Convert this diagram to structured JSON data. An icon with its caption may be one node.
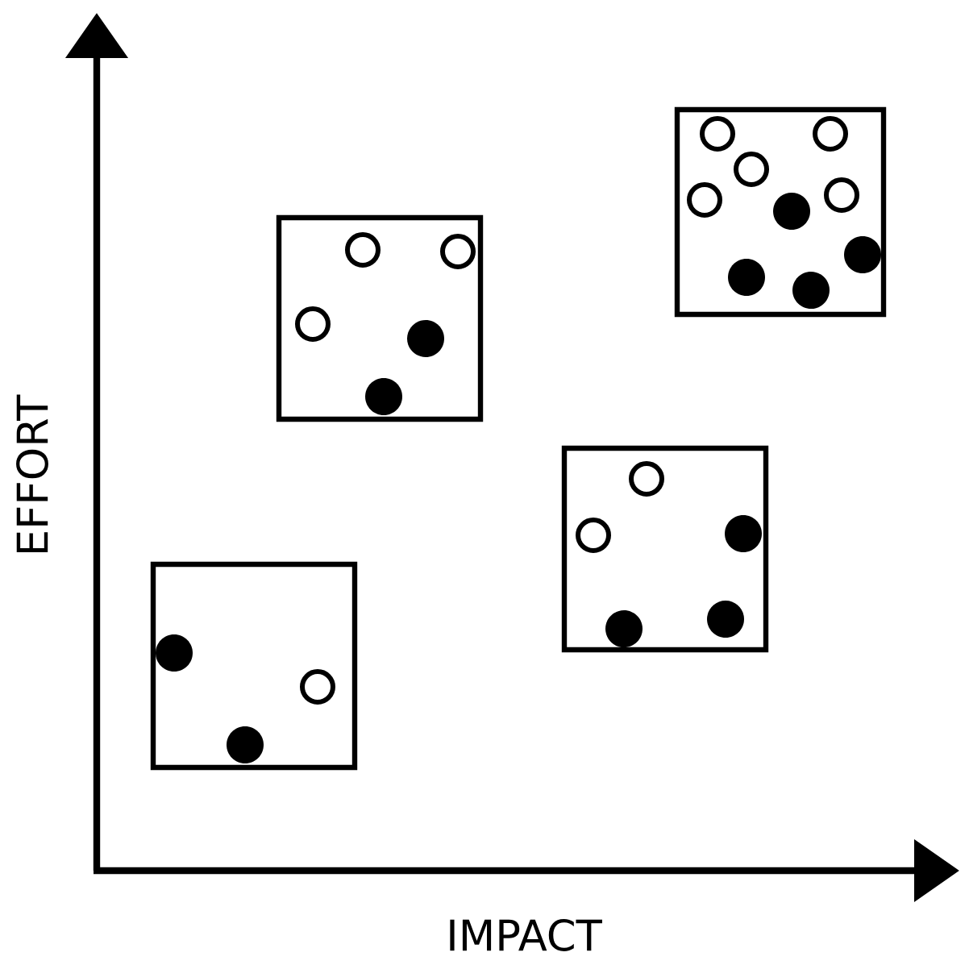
{
  "diagram": {
    "nodes": [
      {
        "text": [],
        "shape": "box"
      },
      {
        "text": [],
        "shape": "box"
      },
      {
        "text": [],
        "shape": "box"
      },
      {
        "text": [],
        "shape": "box"
      }
    ],
    "labels": [
      "EFFORT",
      "IMPACT"
    ]
  }
}
